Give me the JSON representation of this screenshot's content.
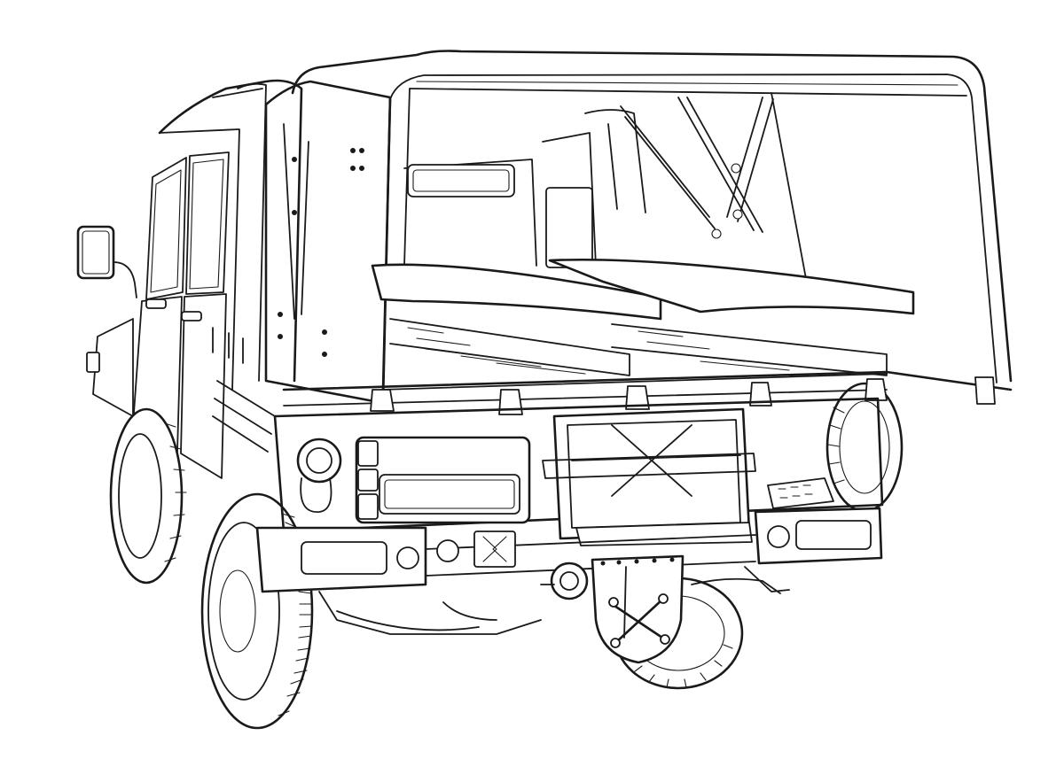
{
  "drawing": {
    "style": "black-and-white line art",
    "colors": {
      "line": "#1a1a1a",
      "background": "#ffffff"
    },
    "parts": [
      "canvas-top-frame",
      "rear-loading-platform",
      "stretcher-rack",
      "cab",
      "side-mirror",
      "tail-light",
      "jerry-can",
      "tow-hitch",
      "rear-bumper",
      "emblem-shield",
      "off-road-tire"
    ]
  }
}
